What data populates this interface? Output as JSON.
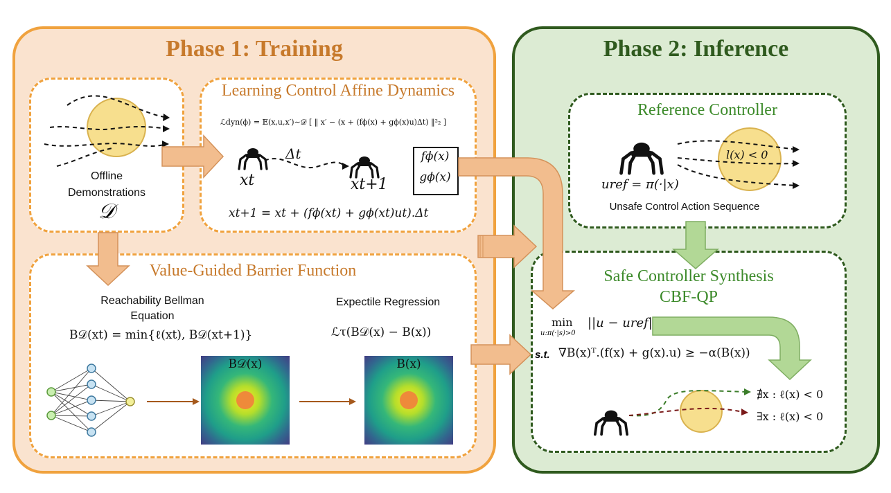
{
  "phase1": {
    "title": "Phase 1: Training",
    "offline": {
      "label_line1": "Offline",
      "label_line2": "Demonstrations",
      "symbol": "𝒟"
    },
    "dynamics": {
      "title": "Learning Control Affine Dynamics",
      "loss": "ℒdyn(ϕ) = 𝔼(x,u,x′)∼𝒟 [ ‖ x′ − (x + (fϕ(x) + gϕ(x)u)Δt) ‖²₂ ]",
      "delta_t": "Δt",
      "x_t": "xt",
      "x_t1": "xt+1",
      "f_box": "fϕ(x)",
      "g_box": "gϕ(x)",
      "update": "xt+1 = xt + (fϕ(xt) + gϕ(xt)ut).Δt"
    },
    "barrier": {
      "title": "Value-Guided Barrier Function",
      "bellman_line1": "Reachability Bellman",
      "bellman_line2": "Equation",
      "bellman_eq": "B𝒟(xt) = min{ℓ(xt), B𝒟(xt+1)}",
      "expectile_label": "Expectile Regression",
      "expectile_eq": "ℒτ(B𝒟(x) − B(x))",
      "heatmap1_label": "B𝒟(x)",
      "heatmap2_label": "B(x)"
    }
  },
  "phase2": {
    "title": "Phase 2: Inference",
    "reference": {
      "title": "Reference Controller",
      "circle_label": "l(x) < 0",
      "policy_eq": "uref = π(·|x)",
      "caption": "Unsafe Control Action Sequence"
    },
    "synthesis": {
      "title_line1": "Safe Controller Synthesis",
      "title_line2": "CBF-QP",
      "objective_min": "min",
      "objective_sub": "u:π(·|s)>0",
      "objective": "||u − uref||²",
      "st_label": "s.t.",
      "constraint": "∇B(x)ᵀ.(f(x) + g(x).u) ≥ −α(B(x))",
      "safe_label": "∄x : ℓ(x) < 0",
      "unsafe_label": "∃x : ℓ(x) < 0"
    }
  },
  "colors": {
    "phase1_fill": "#fae3cf",
    "phase1_border": "#f0a23e",
    "phase2_fill": "#dcebd3",
    "phase2_border": "#2f5a1e",
    "arrow_orange": "#f2bd8e",
    "arrow_green": "#b2d896",
    "unsafe_circle": "#f7df8e",
    "safe_path": "#3b7d2a",
    "unsafe_path": "#7a1a1a"
  },
  "icons": [
    "robot-spider-icon",
    "neural-network-icon",
    "heatmap-icon"
  ]
}
